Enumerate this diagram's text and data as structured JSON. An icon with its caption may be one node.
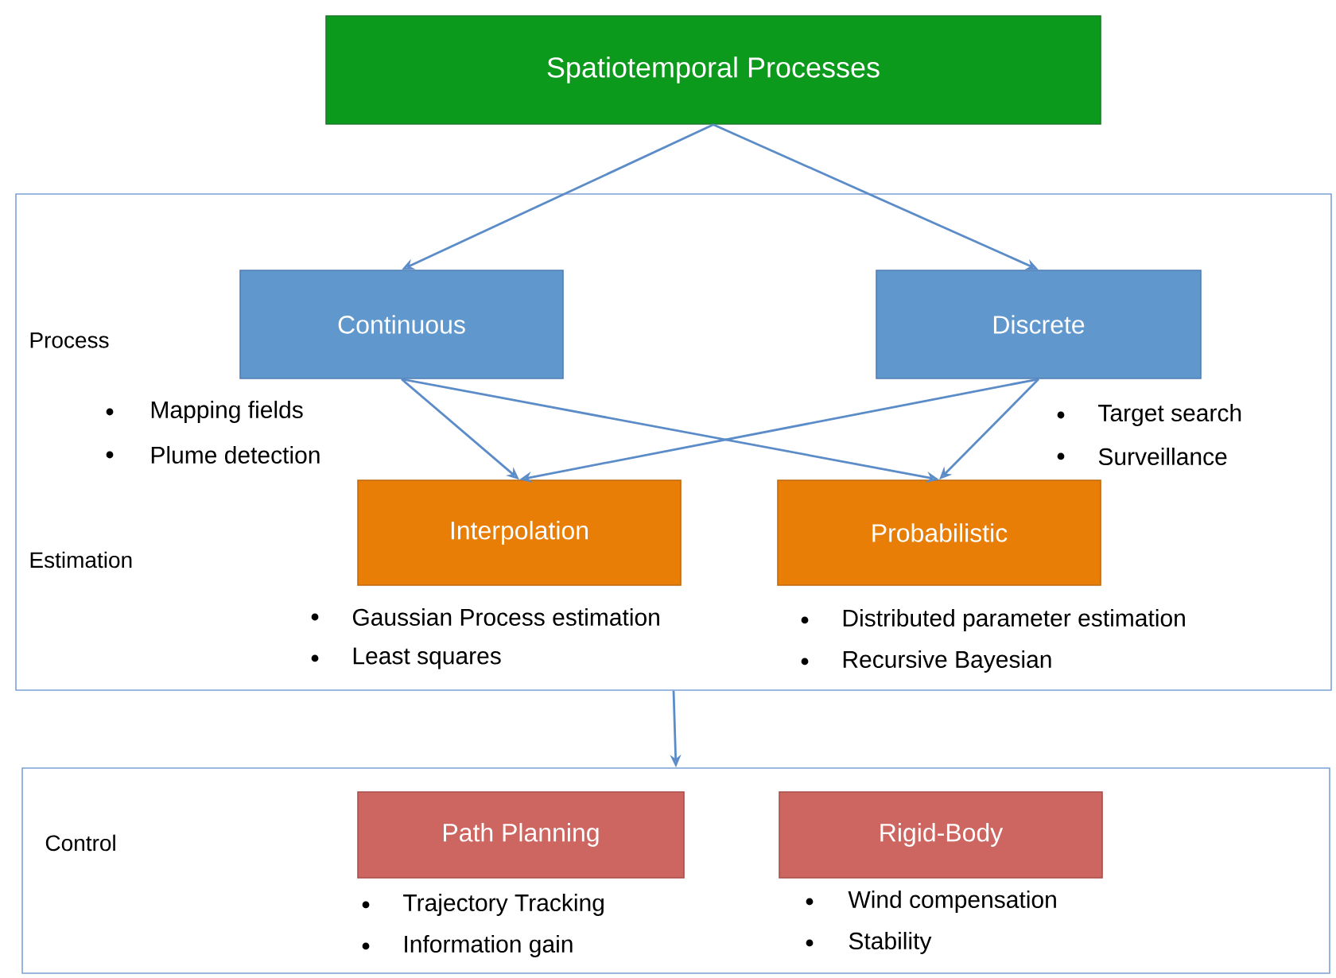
{
  "diagram": {
    "nodes": [
      {
        "text": [
          "Spatiotemporal Processes"
        ]
      },
      {
        "text": [],
        "shape": "box"
      },
      {
        "text": [
          "Continuous"
        ],
        "in": 1,
        "beside": [
          "Mapping fields",
          "Plume detection"
        ]
      },
      {
        "text": [
          "Discrete"
        ],
        "in": 1,
        "beside": [
          "Target search",
          "Surveillance"
        ]
      },
      {
        "text": [
          "Interpolation"
        ],
        "in": 1,
        "beside": [
          "Gaussian Process estimation",
          "Least squares"
        ]
      },
      {
        "text": [
          "Probabilistic"
        ],
        "in": 1,
        "beside": [
          "Distributed parameter estimation",
          "Recursive Bayesian"
        ]
      },
      {
        "text": [],
        "shape": "box"
      },
      {
        "text": [
          "Path Planning"
        ],
        "in": 6,
        "beside": [
          "Trajectory Tracking",
          "Information gain"
        ]
      },
      {
        "text": [
          "Rigid-Body"
        ],
        "in": 6,
        "beside": [
          "Wind compensation",
          "Stability"
        ]
      }
    ],
    "edges": [
      {
        "from": 0,
        "to": 2,
        "arrow": "to"
      },
      {
        "from": 0,
        "to": 3,
        "arrow": "to"
      },
      {
        "from": 2,
        "to": 4,
        "arrow": "to"
      },
      {
        "from": 2,
        "to": 5,
        "arrow": "to"
      },
      {
        "from": 3,
        "to": 4,
        "arrow": "to"
      },
      {
        "from": 3,
        "to": 5,
        "arrow": "to"
      },
      {
        "from": 1,
        "to": 6,
        "arrow": "to"
      }
    ],
    "labels": [
      "Process",
      "Estimation",
      "Control"
    ]
  }
}
